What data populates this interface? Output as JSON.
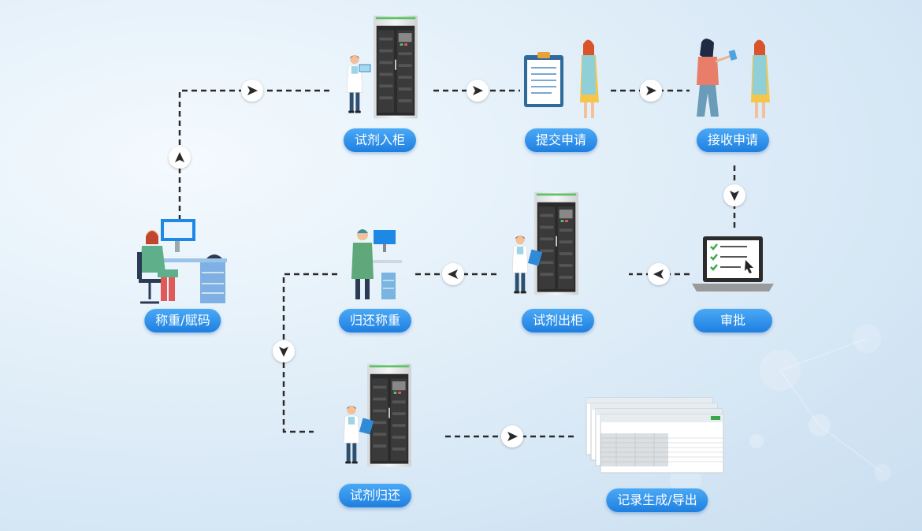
{
  "steps": {
    "reagent_in": "试剂入柜",
    "submit_request": "提交申请",
    "receive_request": "接收申请",
    "approve": "审批",
    "reagent_out": "试剂出柜",
    "return_weigh": "归还称重",
    "weigh_code": "称重/赋码",
    "reagent_return": "试剂归还",
    "record_export": "记录生成/导出"
  },
  "colors": {
    "pill_top": "#4aa9f5",
    "pill_bottom": "#1f7fe0",
    "dash": "#2a2a2a",
    "cabinet": "#2b2b2b",
    "accent_green": "#5cc36b"
  },
  "icons": [
    "cabinet-icon",
    "clipboard-icon",
    "laptop-icon",
    "spreadsheet-icon",
    "scientist-icon",
    "arrow-icon"
  ]
}
